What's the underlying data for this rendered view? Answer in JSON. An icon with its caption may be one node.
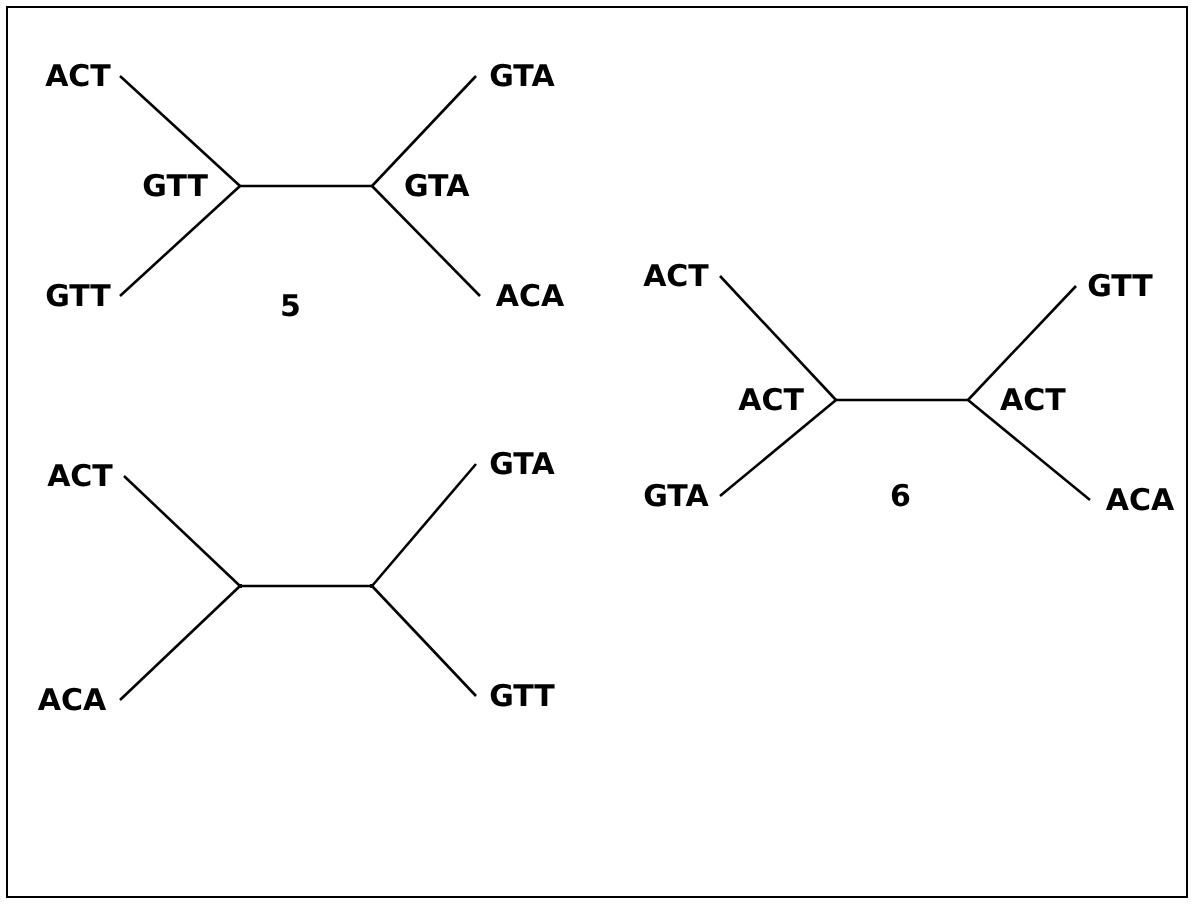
{
  "diagram": {
    "nodes": [
      {
        "text": [
          "ACT"
        ]
      },
      {
        "text": [
          "GTA"
        ]
      },
      {
        "text": [
          "GTT"
        ]
      },
      {
        "text": [
          "GTA"
        ]
      },
      {
        "text": [
          "GTT"
        ]
      },
      {
        "text": [
          "ACA"
        ]
      },
      {
        "text": [
          "ACT"
        ]
      },
      {
        "text": [
          "GTT"
        ]
      },
      {
        "text": [
          "ACT"
        ]
      },
      {
        "text": [
          "ACT"
        ]
      },
      {
        "text": [
          "GTA"
        ]
      },
      {
        "text": [
          "ACA"
        ]
      },
      {
        "text": [
          "ACT"
        ]
      },
      {
        "text": [
          "GTA"
        ]
      },
      {
        "text": [],
        "shape": "point"
      },
      {
        "text": [],
        "shape": "point"
      },
      {
        "text": [
          "ACA"
        ]
      },
      {
        "text": [
          "GTT"
        ]
      }
    ],
    "edges": [
      {
        "from": 0,
        "to": 2,
        "arrow": "none"
      },
      {
        "from": 4,
        "to": 2,
        "arrow": "none"
      },
      {
        "from": 2,
        "to": 3,
        "arrow": "none"
      },
      {
        "from": 3,
        "to": 1,
        "arrow": "none"
      },
      {
        "from": 3,
        "to": 5,
        "arrow": "none"
      },
      {
        "from": 6,
        "to": 8,
        "arrow": "none"
      },
      {
        "from": 10,
        "to": 8,
        "arrow": "none"
      },
      {
        "from": 8,
        "to": 9,
        "arrow": "none"
      },
      {
        "from": 9,
        "to": 7,
        "arrow": "none"
      },
      {
        "from": 9,
        "to": 11,
        "arrow": "none"
      },
      {
        "from": 12,
        "to": 14,
        "arrow": "none"
      },
      {
        "from": 16,
        "to": 14,
        "arrow": "none"
      },
      {
        "from": 14,
        "to": 15,
        "arrow": "none"
      },
      {
        "from": 15,
        "to": 13,
        "arrow": "none"
      },
      {
        "from": 15,
        "to": 17,
        "arrow": "none"
      }
    ],
    "labels": [
      "5",
      "6"
    ]
  }
}
